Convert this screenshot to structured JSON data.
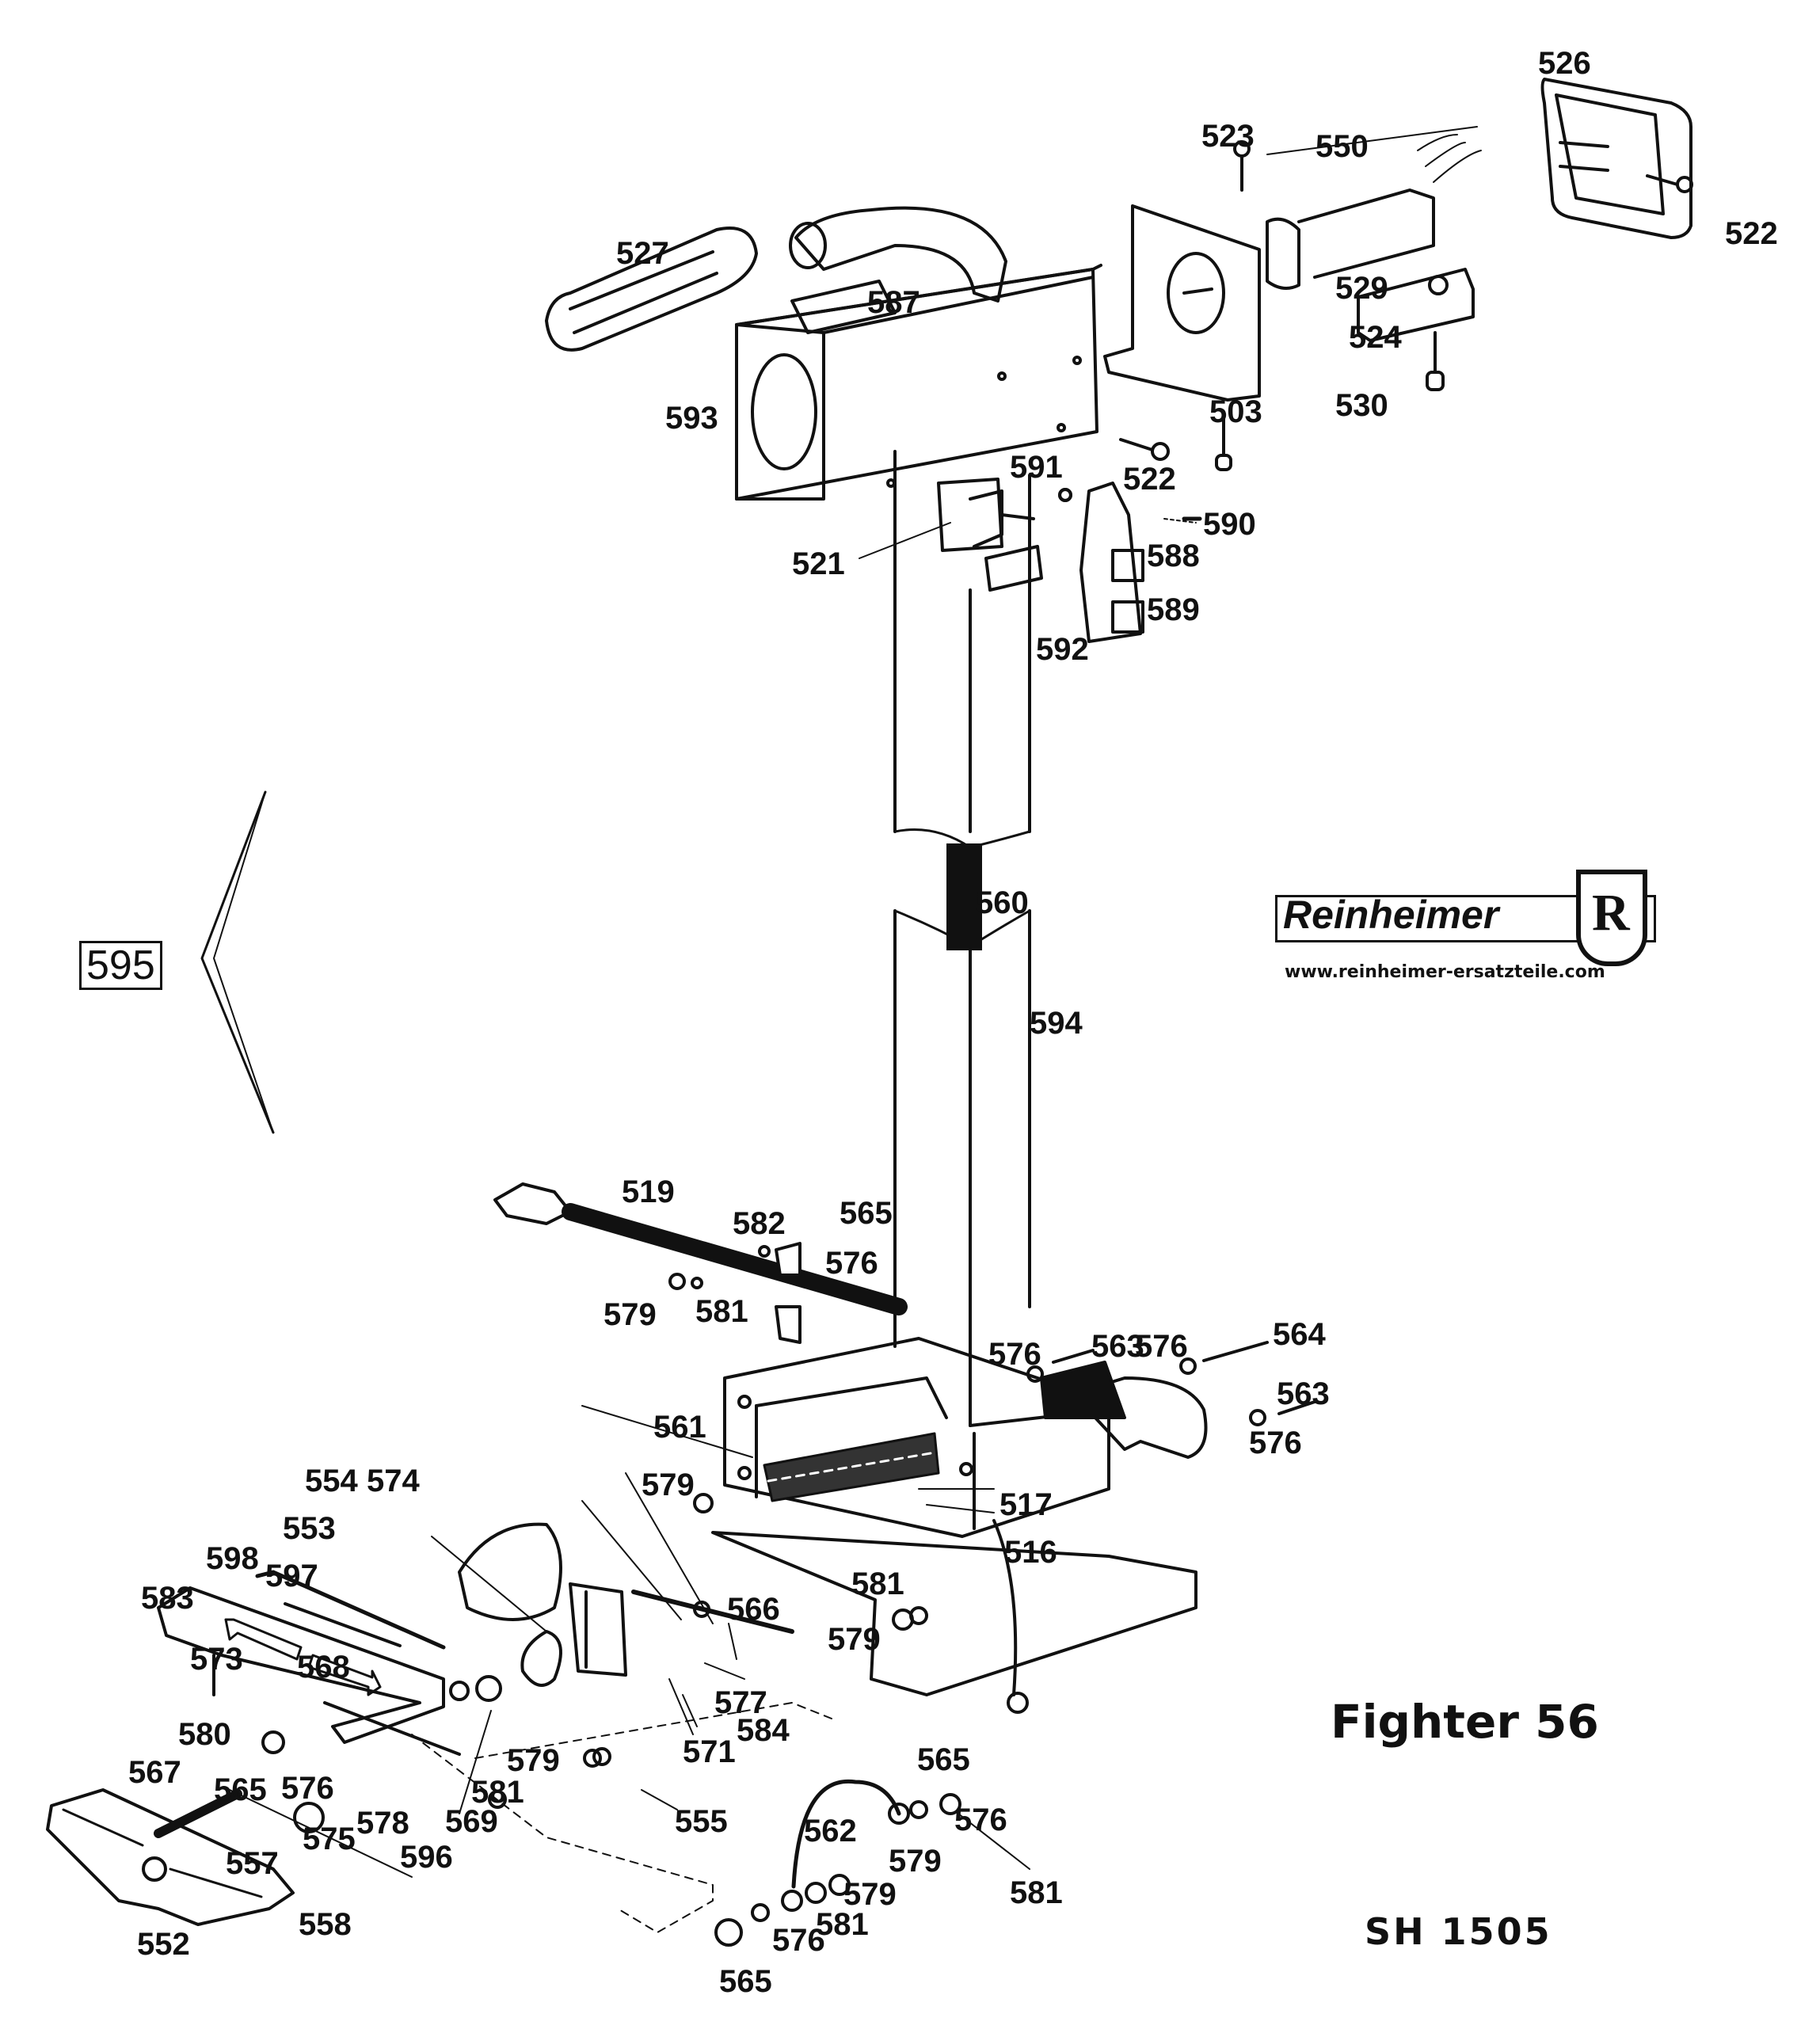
{
  "document": {
    "model_title": "Fighter 56",
    "sheet_code": "SH 1505",
    "brand": {
      "name": "Reinheimer",
      "emblem_letter": "R",
      "url": "www.reinheimer-ersatzteile.com"
    },
    "boxed_label": "595"
  },
  "parts": {
    "handle_area": [
      "527",
      "587",
      "593",
      "526",
      "523",
      "550",
      "522",
      "529",
      "524",
      "530",
      "503",
      "522",
      "591",
      "590",
      "588",
      "589",
      "592",
      "521"
    ],
    "column": [
      "560",
      "594"
    ],
    "cable_area": [
      "519",
      "582",
      "565",
      "576",
      "579",
      "581"
    ],
    "motor_mount": [
      "563",
      "576",
      "564",
      "576",
      "563",
      "576"
    ],
    "base_box": [
      "561",
      "579",
      "517",
      "516",
      "581",
      "566",
      "579"
    ],
    "pedal_area": [
      "554",
      "574",
      "553",
      "598",
      "597",
      "583",
      "573",
      "568",
      "580",
      "567",
      "565",
      "576",
      "575",
      "557",
      "552",
      "558",
      "578",
      "596",
      "569",
      "581",
      "579",
      "555",
      "571",
      "584",
      "577"
    ],
    "ground_wire": [
      "565",
      "576",
      "562",
      "579",
      "581",
      "579",
      "581",
      "576",
      "565"
    ]
  },
  "labels": [
    {
      "id": "l527",
      "text": "527"
    },
    {
      "id": "l587",
      "text": "587"
    },
    {
      "id": "l593",
      "text": "593"
    },
    {
      "id": "l526",
      "text": "526"
    },
    {
      "id": "l523",
      "text": "523"
    },
    {
      "id": "l550",
      "text": "550"
    },
    {
      "id": "l522a",
      "text": "522"
    },
    {
      "id": "l529",
      "text": "529"
    },
    {
      "id": "l524",
      "text": "524"
    },
    {
      "id": "l530",
      "text": "530"
    },
    {
      "id": "l503",
      "text": "503"
    },
    {
      "id": "l522b",
      "text": "522"
    },
    {
      "id": "l591",
      "text": "591"
    },
    {
      "id": "l590",
      "text": "590"
    },
    {
      "id": "l588",
      "text": "588"
    },
    {
      "id": "l589",
      "text": "589"
    },
    {
      "id": "l592",
      "text": "592"
    },
    {
      "id": "l521",
      "text": "521"
    },
    {
      "id": "l560",
      "text": "560"
    },
    {
      "id": "l594",
      "text": "594"
    },
    {
      "id": "l519",
      "text": "519"
    },
    {
      "id": "l582",
      "text": "582"
    },
    {
      "id": "l565a",
      "text": "565"
    },
    {
      "id": "l576a",
      "text": "576"
    },
    {
      "id": "l579a",
      "text": "579"
    },
    {
      "id": "l581a",
      "text": "581"
    },
    {
      "id": "l563a",
      "text": "563"
    },
    {
      "id": "l576b",
      "text": "576"
    },
    {
      "id": "l576c",
      "text": "576"
    },
    {
      "id": "l564",
      "text": "564"
    },
    {
      "id": "l563b",
      "text": "563"
    },
    {
      "id": "l576d",
      "text": "576"
    },
    {
      "id": "l561",
      "text": "561"
    },
    {
      "id": "l579b",
      "text": "579"
    },
    {
      "id": "l517",
      "text": "517"
    },
    {
      "id": "l516",
      "text": "516"
    },
    {
      "id": "l581b",
      "text": "581"
    },
    {
      "id": "l566",
      "text": "566"
    },
    {
      "id": "l579c",
      "text": "579"
    },
    {
      "id": "l554",
      "text": "554"
    },
    {
      "id": "l574",
      "text": "574"
    },
    {
      "id": "l553",
      "text": "553"
    },
    {
      "id": "l598",
      "text": "598"
    },
    {
      "id": "l597",
      "text": "597"
    },
    {
      "id": "l583",
      "text": "583"
    },
    {
      "id": "l573",
      "text": "573"
    },
    {
      "id": "l568",
      "text": "568"
    },
    {
      "id": "l580",
      "text": "580"
    },
    {
      "id": "l567",
      "text": "567"
    },
    {
      "id": "l565b",
      "text": "565"
    },
    {
      "id": "l576e",
      "text": "576"
    },
    {
      "id": "l575",
      "text": "575"
    },
    {
      "id": "l557",
      "text": "557"
    },
    {
      "id": "l552",
      "text": "552"
    },
    {
      "id": "l558",
      "text": "558"
    },
    {
      "id": "l578",
      "text": "578"
    },
    {
      "id": "l596",
      "text": "596"
    },
    {
      "id": "l569",
      "text": "569"
    },
    {
      "id": "l581c",
      "text": "581"
    },
    {
      "id": "l579d",
      "text": "579"
    },
    {
      "id": "l555",
      "text": "555"
    },
    {
      "id": "l571",
      "text": "571"
    },
    {
      "id": "l584",
      "text": "584"
    },
    {
      "id": "l577",
      "text": "577"
    },
    {
      "id": "l565c",
      "text": "565"
    },
    {
      "id": "l576f",
      "text": "576"
    },
    {
      "id": "l562",
      "text": "562"
    },
    {
      "id": "l579e",
      "text": "579"
    },
    {
      "id": "l581d",
      "text": "581"
    },
    {
      "id": "l579f",
      "text": "579"
    },
    {
      "id": "l581e",
      "text": "581"
    },
    {
      "id": "l576g",
      "text": "576"
    },
    {
      "id": "l565d",
      "text": "565"
    }
  ]
}
